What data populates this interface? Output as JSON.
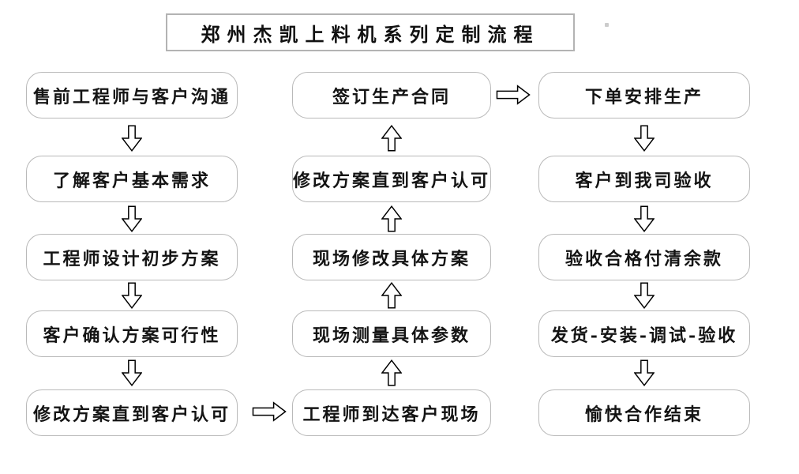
{
  "title": "郑州杰凯上料机系列定制流程",
  "columns": {
    "left": {
      "boxes": [
        "售前工程师与客户沟通",
        "了解客户基本需求",
        "工程师设计初步方案",
        "客户确认方案可行性",
        "修改方案直到客户认可"
      ],
      "flow_direction": "down"
    },
    "middle": {
      "boxes": [
        "签订生产合同",
        "修改方案直到客户认可",
        "现场修改具体方案",
        "现场测量具体参数",
        "工程师到达客户现场"
      ],
      "flow_direction": "up"
    },
    "right": {
      "boxes": [
        "下单安排生产",
        "客户到我司验收",
        "验收合格付清余款",
        "发货-安装-调试-验收",
        "愉快合作结束"
      ],
      "flow_direction": "down"
    }
  },
  "connectors": {
    "left_to_middle": "bottom row, arrow points right",
    "middle_to_right": "top row, arrow points right"
  },
  "colors": {
    "background": "#ffffff",
    "box_border": "#b9b9b9",
    "title_border": "#b3b3b3",
    "text": "#141414",
    "arrow_outline": "#000000",
    "arrow_fill": "#ffffff"
  }
}
